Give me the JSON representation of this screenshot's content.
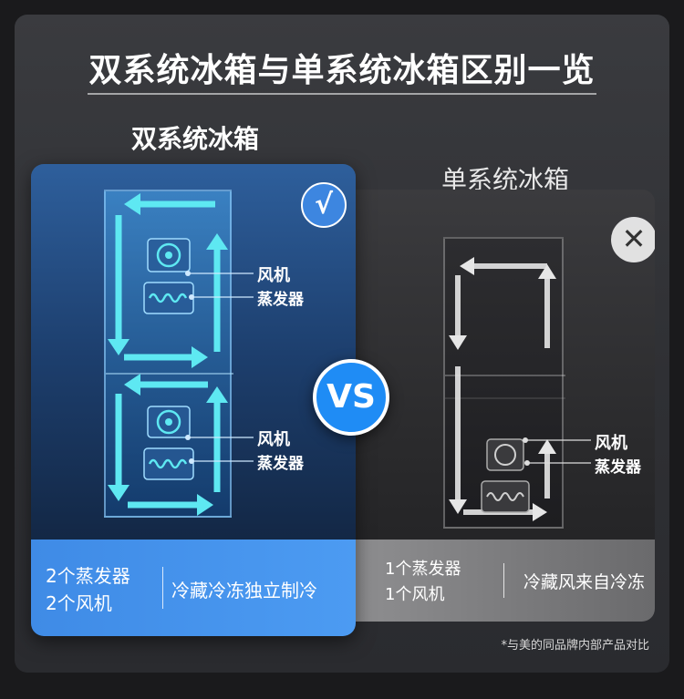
{
  "title": "双系统冰箱与单系统冰箱区别一览",
  "dual": {
    "title": "双系统冰箱",
    "check_icon": "√",
    "upper_fan": "风机",
    "upper_evaporator": "蒸发器",
    "lower_fan": "风机",
    "lower_evaporator": "蒸发器",
    "spec_line1": "2个蒸发器",
    "spec_line2": "2个风机",
    "feature": "冷藏冷冻独立制冷"
  },
  "single": {
    "title": "单系统冰箱",
    "x_icon": "✕",
    "fan": "风机",
    "evaporator": "蒸发器",
    "spec_line1": "1个蒸发器",
    "spec_line2": "1个风机",
    "feature": "冷藏风来自冷冻"
  },
  "vs": "VS",
  "footnote": "*与美的同品牌内部产品对比",
  "colors": {
    "accent_blue": "#3d86e0",
    "arrow_cyan": "#5ee8f2",
    "arrow_white": "#e6e6e6"
  }
}
